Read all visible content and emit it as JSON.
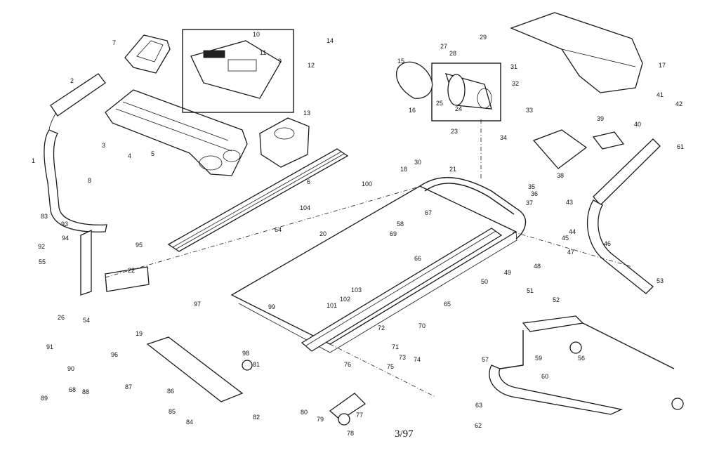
{
  "diagram": {
    "footer_code": "3/97",
    "callouts": [
      "1",
      "2",
      "3",
      "4",
      "5",
      "6",
      "7",
      "8",
      "9",
      "10",
      "11",
      "12",
      "13",
      "14",
      "15",
      "16",
      "17",
      "18",
      "19",
      "20",
      "21",
      "22",
      "23",
      "24",
      "25",
      "26",
      "27",
      "28",
      "29",
      "30",
      "31",
      "32",
      "33",
      "34",
      "35",
      "36",
      "37",
      "38",
      "39",
      "40",
      "41",
      "42",
      "43",
      "44",
      "45",
      "46",
      "47",
      "48",
      "49",
      "50",
      "51",
      "52",
      "53",
      "54",
      "55",
      "56",
      "57",
      "58",
      "59",
      "60",
      "61",
      "62",
      "63",
      "64",
      "65",
      "66",
      "67",
      "68",
      "69",
      "70",
      "71",
      "72",
      "73",
      "74",
      "75",
      "76",
      "77",
      "78",
      "79",
      "80",
      "81",
      "82",
      "83",
      "84",
      "85",
      "86",
      "87",
      "88",
      "89",
      "90",
      "91",
      "92",
      "93",
      "94",
      "95",
      "96",
      "97",
      "98",
      "99",
      "100",
      "101",
      "102",
      "103",
      "104"
    ]
  }
}
